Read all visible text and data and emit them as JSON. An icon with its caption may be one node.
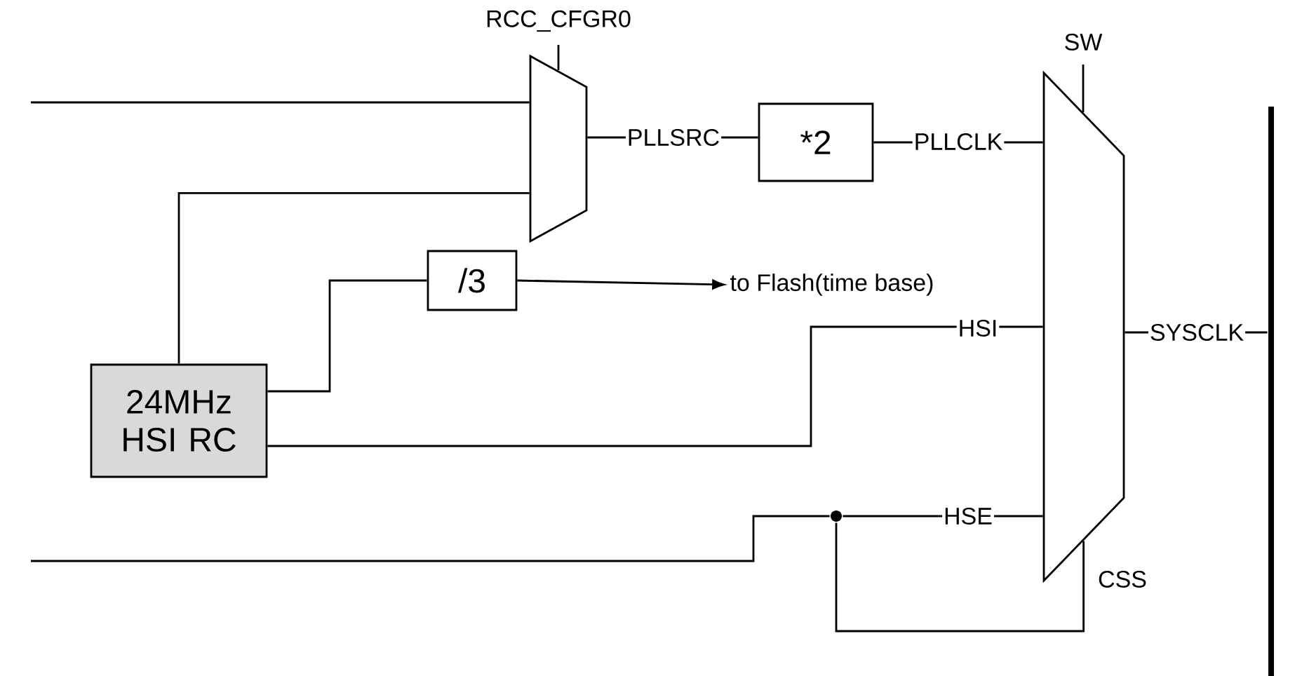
{
  "diagram": {
    "nodes": [
      {
        "text": [],
        "shape": "trapezoid"
      },
      {
        "text": [
          "*2"
        ]
      },
      {
        "text": [
          "/3"
        ]
      },
      {
        "text": [
          "24MHz HSI RC"
        ]
      },
      {
        "text": [],
        "shape": "trapezoid"
      },
      {
        "text": [],
        "shape": "bar"
      },
      {
        "text": [
          "to Flash(time base)"
        ]
      },
      {
        "text": [],
        "shape": "circle"
      }
    ],
    "edges": [
      {
        "from": null,
        "to": 0,
        "arrow": "none"
      },
      {
        "from": 3,
        "to": 0,
        "arrow": "none"
      },
      {
        "from": 3,
        "to": 2,
        "arrow": "none"
      },
      {
        "from": 2,
        "to": 6,
        "arrow": "to"
      },
      {
        "from": 0,
        "to": 1,
        "label": "PLLSRC",
        "arrow": "none"
      },
      {
        "from": 1,
        "to": 4,
        "label": "PLLCLK",
        "arrow": "none"
      },
      {
        "from": 3,
        "to": 4,
        "label": "HSI",
        "arrow": "none"
      },
      {
        "from": null,
        "to": 7,
        "arrow": "none"
      },
      {
        "from": 7,
        "to": 4,
        "label": "HSE",
        "arrow": "none"
      },
      {
        "from": 7,
        "to": 4,
        "arrow": "none"
      },
      {
        "from": 4,
        "to": 5,
        "label": "SYSCLK",
        "arrow": "none"
      }
    ],
    "labels": [
      "RCC_CFGR0",
      "SW",
      "CSS"
    ]
  }
}
